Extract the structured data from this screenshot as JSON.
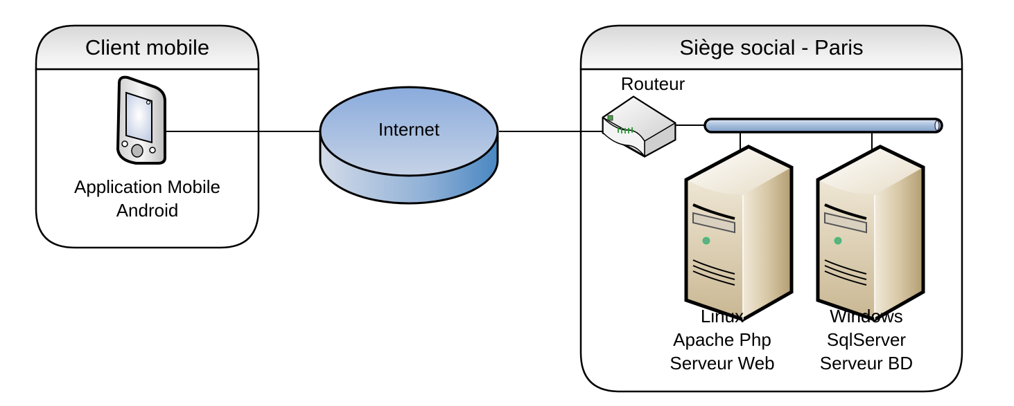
{
  "diagram": {
    "groups": [
      {
        "id": "client",
        "title": "Client mobile"
      },
      {
        "id": "hq",
        "title": "Siège social - Paris"
      }
    ],
    "nodes": {
      "mobile": {
        "icon": "mobile-device-icon",
        "label_lines": [
          "Application Mobile",
          "Android"
        ]
      },
      "internet": {
        "icon": "cloud-disk-icon",
        "label": "Internet"
      },
      "router": {
        "icon": "router-icon",
        "label": "Routeur"
      },
      "lan": {
        "icon": "ethernet-bus-icon"
      },
      "web_server": {
        "icon": "server-tower-icon",
        "label_lines": [
          "Linux",
          "Apache Php",
          "Serveur Web"
        ]
      },
      "db_server": {
        "icon": "server-tower-icon",
        "label_lines": [
          "Windows",
          "SqlServer",
          "Serveur BD"
        ]
      }
    },
    "connections": [
      {
        "from": "mobile",
        "to": "internet"
      },
      {
        "from": "internet",
        "to": "router"
      },
      {
        "from": "router",
        "to": "lan"
      },
      {
        "from": "lan",
        "to": "web_server"
      },
      {
        "from": "lan",
        "to": "db_server"
      }
    ],
    "colors": {
      "internet_top": "#8eaedc",
      "internet_side": "#4f8bc4",
      "server_body": "#e3d7bf",
      "server_side": "#b8a47c",
      "led_green": "#5fae86",
      "bus": "#9fb8d8"
    }
  }
}
